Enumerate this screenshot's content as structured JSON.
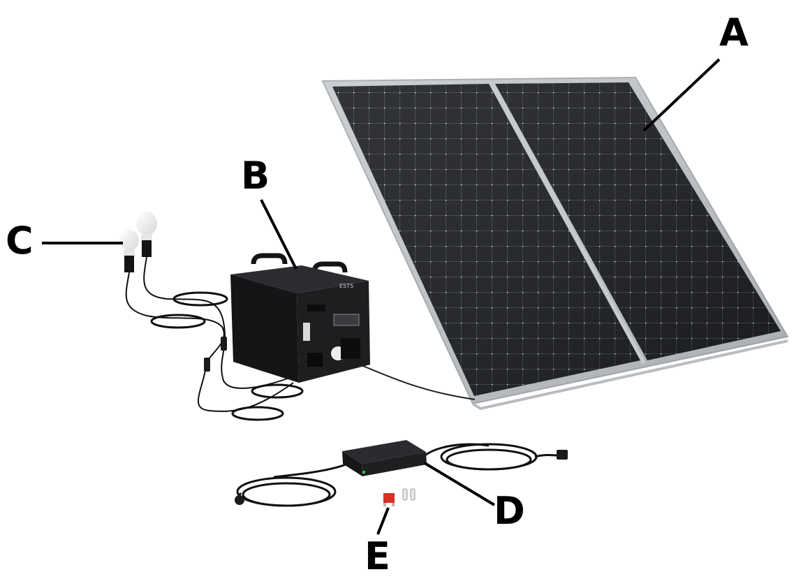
{
  "callouts": {
    "a": "A",
    "b": "B",
    "c": "C",
    "d": "D",
    "e": "E"
  },
  "components": [
    {
      "label": "A",
      "icon": "solar-panel-icon"
    },
    {
      "label": "B",
      "icon": "power-station-icon"
    },
    {
      "label": "C",
      "icon": "light-bulb-icon"
    },
    {
      "label": "D",
      "icon": "power-adapter-icon"
    },
    {
      "label": "E",
      "icon": "fuse-icon"
    }
  ],
  "colors": {
    "panel_cell": "#1b1d22",
    "panel_frame": "#c7cace",
    "station_body": "#1d1e20",
    "bulb": "#f2f2f0",
    "fuse_red": "#d6321f",
    "leader_line": "#000000"
  }
}
